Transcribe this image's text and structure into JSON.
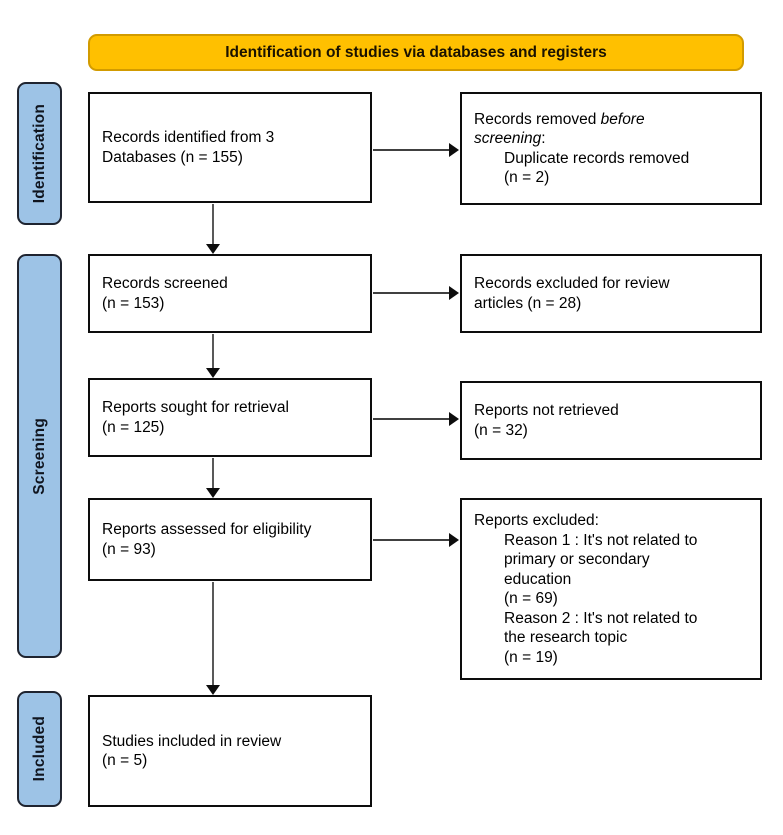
{
  "header": {
    "title": "Identification of studies via databases and registers"
  },
  "sidebar": {
    "identification": "Identification",
    "screening": "Screening",
    "included": "Included"
  },
  "flow": {
    "records_identified": {
      "line1": "Records identified from 3",
      "line2": "Databases (n = 155)"
    },
    "records_removed": {
      "lead_normal": "Records removed ",
      "lead_italic_1": "before",
      "lead_italic_2": "screening",
      "lead_colon": ":",
      "detail_line1": "Duplicate records removed",
      "detail_line2": "(n = 2)"
    },
    "records_screened": {
      "line1": "Records screened",
      "line2": "(n = 153)"
    },
    "records_excluded": {
      "line1": "Records excluded for review",
      "line2": "articles (n = 28)"
    },
    "reports_sought": {
      "line1": "Reports sought for retrieval",
      "line2": "(n = 125)"
    },
    "reports_not_retrieved": {
      "line1": "Reports not retrieved",
      "line2": "(n = 32)"
    },
    "reports_assessed": {
      "line1": "Reports assessed for eligibility",
      "line2": "(n = 93)"
    },
    "reports_excluded": {
      "title": "Reports excluded:",
      "reason1_line1": "Reason 1 : It's not related to",
      "reason1_line2": "primary or secondary",
      "reason1_line3": "education",
      "reason1_count": "(n = 69)",
      "reason2_line1": "Reason 2 : It's not related to",
      "reason2_line2": "the research topic",
      "reason2_count": "(n = 19)"
    },
    "studies_included": {
      "line1": "Studies included in review",
      "line2": "(n = 5)"
    }
  },
  "colors": {
    "banner_bg": "#FFC000",
    "banner_border": "#D29B00",
    "phase_label_bg": "#9DC3E6",
    "box_border": "#0D0D0D",
    "arrow": "#404040"
  }
}
